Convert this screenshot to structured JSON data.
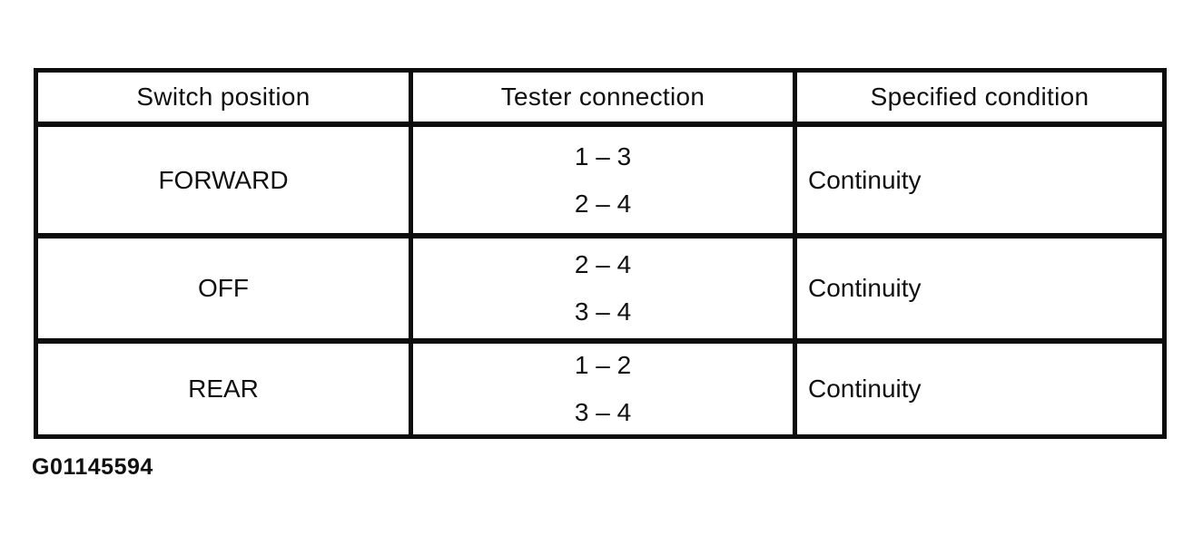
{
  "figure_id": "G01145594",
  "colors": {
    "ink": "#101010",
    "background": "#ffffff",
    "grid_line": "#0d0d0d"
  },
  "table": {
    "headers": [
      "Switch position",
      "Tester connection",
      "Specified condition"
    ],
    "rows": [
      {
        "switch_position": "FORWARD",
        "tester_connection": [
          "1 – 3",
          "2 – 4"
        ],
        "specified_condition": "Continuity"
      },
      {
        "switch_position": "OFF",
        "tester_connection": [
          "2 – 4",
          "3 – 4"
        ],
        "specified_condition": "Continuity"
      },
      {
        "switch_position": "REAR",
        "tester_connection": [
          "1 – 2",
          "3 – 4"
        ],
        "specified_condition": "Continuity"
      }
    ]
  }
}
